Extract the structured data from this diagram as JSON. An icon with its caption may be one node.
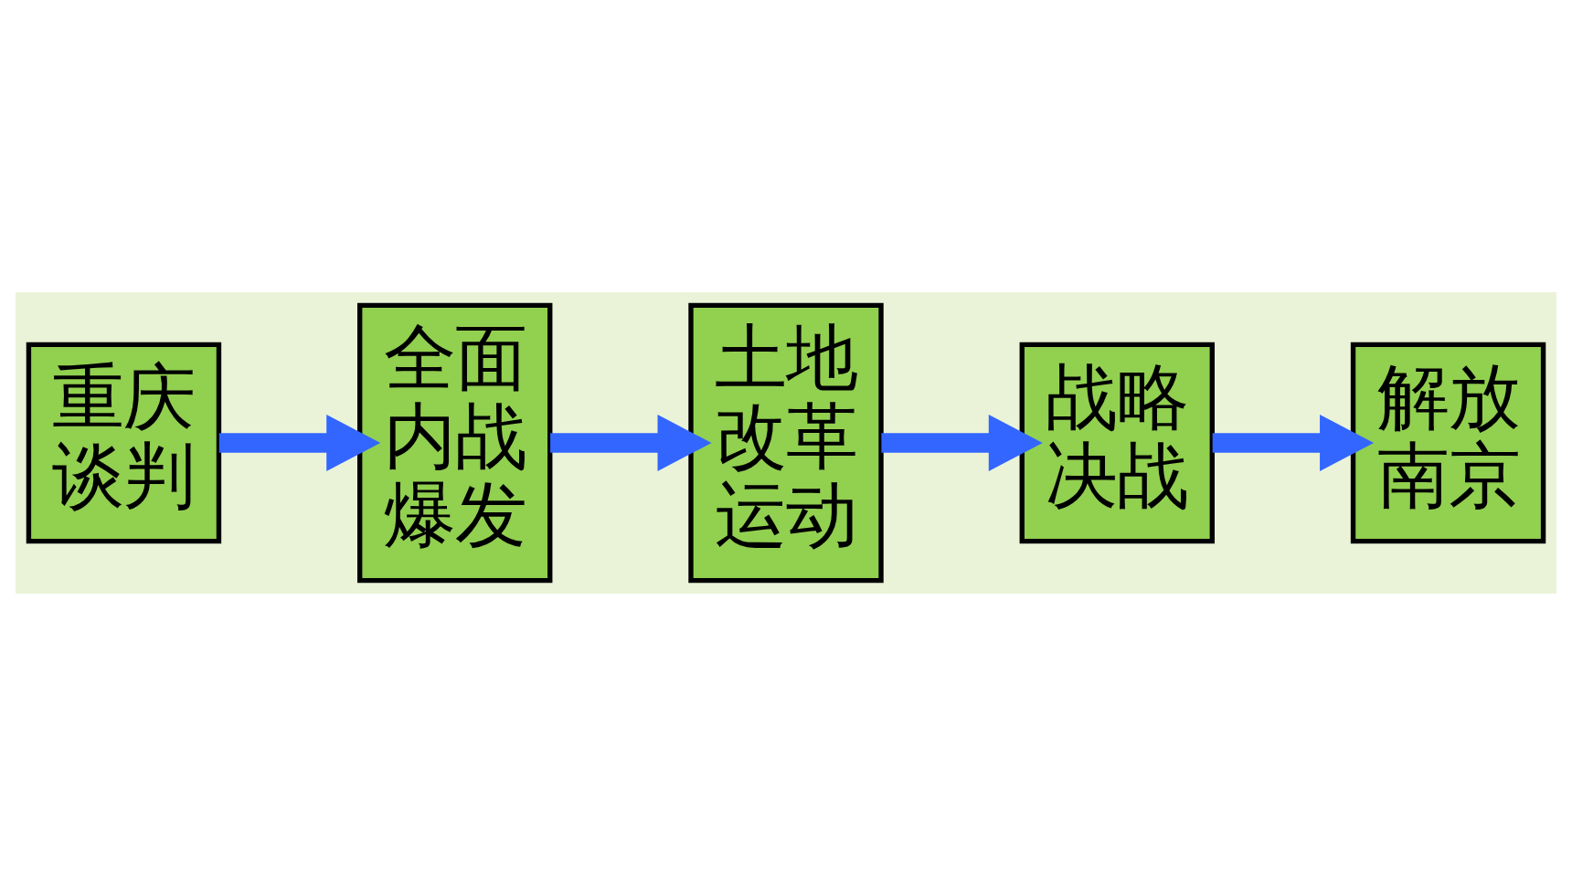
{
  "diagram": {
    "nodes": [
      {
        "text": [
          "重庆谈判"
        ]
      },
      {
        "text": [
          "全面内战爆发"
        ]
      },
      {
        "text": [
          "土地改革运动"
        ]
      },
      {
        "text": [
          "战略决战"
        ]
      },
      {
        "text": [
          "解放南京"
        ]
      }
    ],
    "edges": [
      {
        "from": 0,
        "to": 1,
        "arrow": "to"
      },
      {
        "from": 1,
        "to": 2,
        "arrow": "to"
      },
      {
        "from": 2,
        "to": 3,
        "arrow": "to"
      },
      {
        "from": 3,
        "to": 4,
        "arrow": "to"
      }
    ]
  }
}
